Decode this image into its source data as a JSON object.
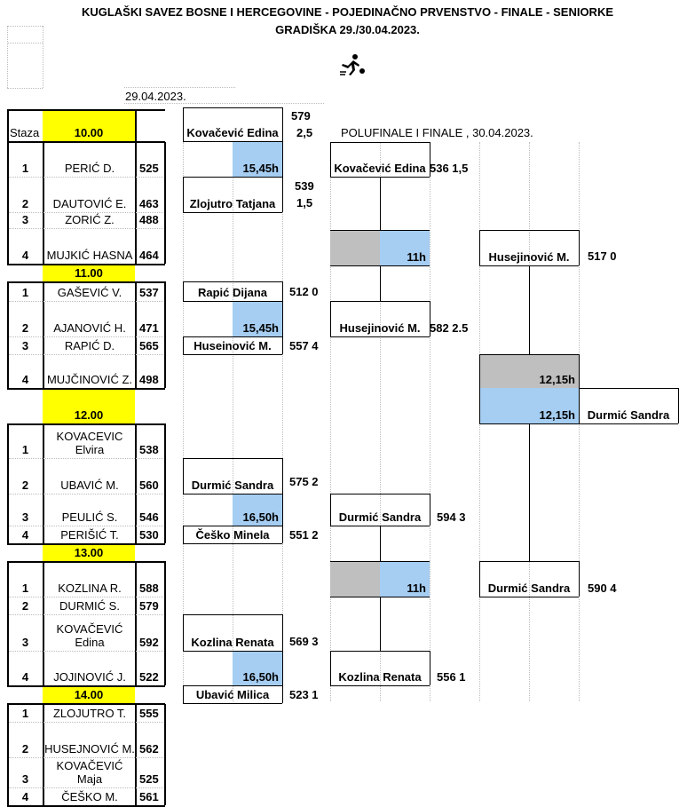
{
  "header": {
    "line1": "KUGLAŠKI SAVEZ BOSNE I HERCEGOVINE - POJEDINAČNO PRVENSTVO - FINALE - SENIORKE",
    "line2": "GRADIŠKA 29./30.04.2023.",
    "logo_icon": "bowler-icon"
  },
  "day1_date": "29.04.2023.",
  "day2_label": "POLUFINALE I FINALE , 30.04.2023.",
  "staza_label": "Staza",
  "groups": [
    {
      "time": "10.00",
      "players": [
        {
          "lane": "1",
          "name": "PERIĆ D.",
          "score": "525"
        },
        {
          "lane": "2",
          "name": "DAUTOVIĆ E.",
          "score": "463"
        },
        {
          "lane": "3",
          "name": "ZORIĆ Z.",
          "score": "488"
        },
        {
          "lane": "4",
          "name": "MUJKIĆ HASNA",
          "score": "464"
        }
      ]
    },
    {
      "time": "11.00",
      "players": [
        {
          "lane": "1",
          "name": "GAŠEVIĆ V.",
          "score": "537"
        },
        {
          "lane": "2",
          "name": "AJANOVIĆ H.",
          "score": "471"
        },
        {
          "lane": "3",
          "name": "RAPIĆ D.",
          "score": "565"
        },
        {
          "lane": "4",
          "name": "MUJČINOVIĆ Z.",
          "score": "498"
        }
      ]
    },
    {
      "time": "12.00",
      "players": [
        {
          "lane": "1",
          "name": "KOVACEVIC Elvira",
          "score": "538"
        },
        {
          "lane": "2",
          "name": "UBAVIĆ M.",
          "score": "560"
        },
        {
          "lane": "3",
          "name": "PEULIĆ S.",
          "score": "546"
        },
        {
          "lane": "4",
          "name": "PERIŠIĆ T.",
          "score": "530"
        }
      ]
    },
    {
      "time": "13.00",
      "players": [
        {
          "lane": "1",
          "name": "KOZLINA R.",
          "score": "588"
        },
        {
          "lane": "2",
          "name": "DURMIĆ S.",
          "score": "579"
        },
        {
          "lane": "3",
          "name": "KOVAČEVIĆ Edina",
          "score": "592"
        },
        {
          "lane": "4",
          "name": "JOJINOVIĆ J.",
          "score": "522"
        }
      ]
    },
    {
      "time": "14.00",
      "players": [
        {
          "lane": "1",
          "name": "ZLOJUTRO T.",
          "score": "555"
        },
        {
          "lane": "2",
          "name": "HUSEJNOVIĆ M.",
          "score": "562"
        },
        {
          "lane": "3",
          "name": "KOVAČEVIĆ Maja",
          "score": "525"
        },
        {
          "lane": "4",
          "name": "ČEŠKO M.",
          "score": "561"
        }
      ]
    }
  ],
  "round1": [
    {
      "name": "Kovačević Edina",
      "score": "579",
      "pts": "2,5"
    },
    {
      "name": "Zlojutro Tatjana",
      "score": "539",
      "pts": "1,5"
    },
    {
      "name": "Rapić Dijana",
      "score": "512 0"
    },
    {
      "name": "Huseinović M.",
      "score": "557 4"
    },
    {
      "name": "Durmić Sandra",
      "score": "575 2"
    },
    {
      "name": "Češko Minela",
      "score": "551 2"
    },
    {
      "name": "Kozlina Renata",
      "score": "569 3"
    },
    {
      "name": "Ubavić Milica",
      "score": "523 1"
    }
  ],
  "round1_times": [
    "15,45h",
    "15,45h",
    "16,50h",
    "16,50h"
  ],
  "semis_entries": [
    {
      "name": "Kovačević Edina",
      "score": "536 1,5"
    },
    {
      "name": "Husejinović M.",
      "score": "582 2.5"
    },
    {
      "name": "Durmić Sandra",
      "score": "594 3"
    },
    {
      "name": "Kozlina Renata",
      "score": "556 1"
    }
  ],
  "semi_times": [
    "11h",
    "11h"
  ],
  "semi_results": [
    {
      "name": "Husejinović M.",
      "score": "517 0"
    },
    {
      "name": "Durmić Sandra",
      "score": "590 4"
    }
  ],
  "final_times": [
    "12,15h",
    "12,15h"
  ],
  "winner": {
    "name": "Durmić Sandra"
  }
}
